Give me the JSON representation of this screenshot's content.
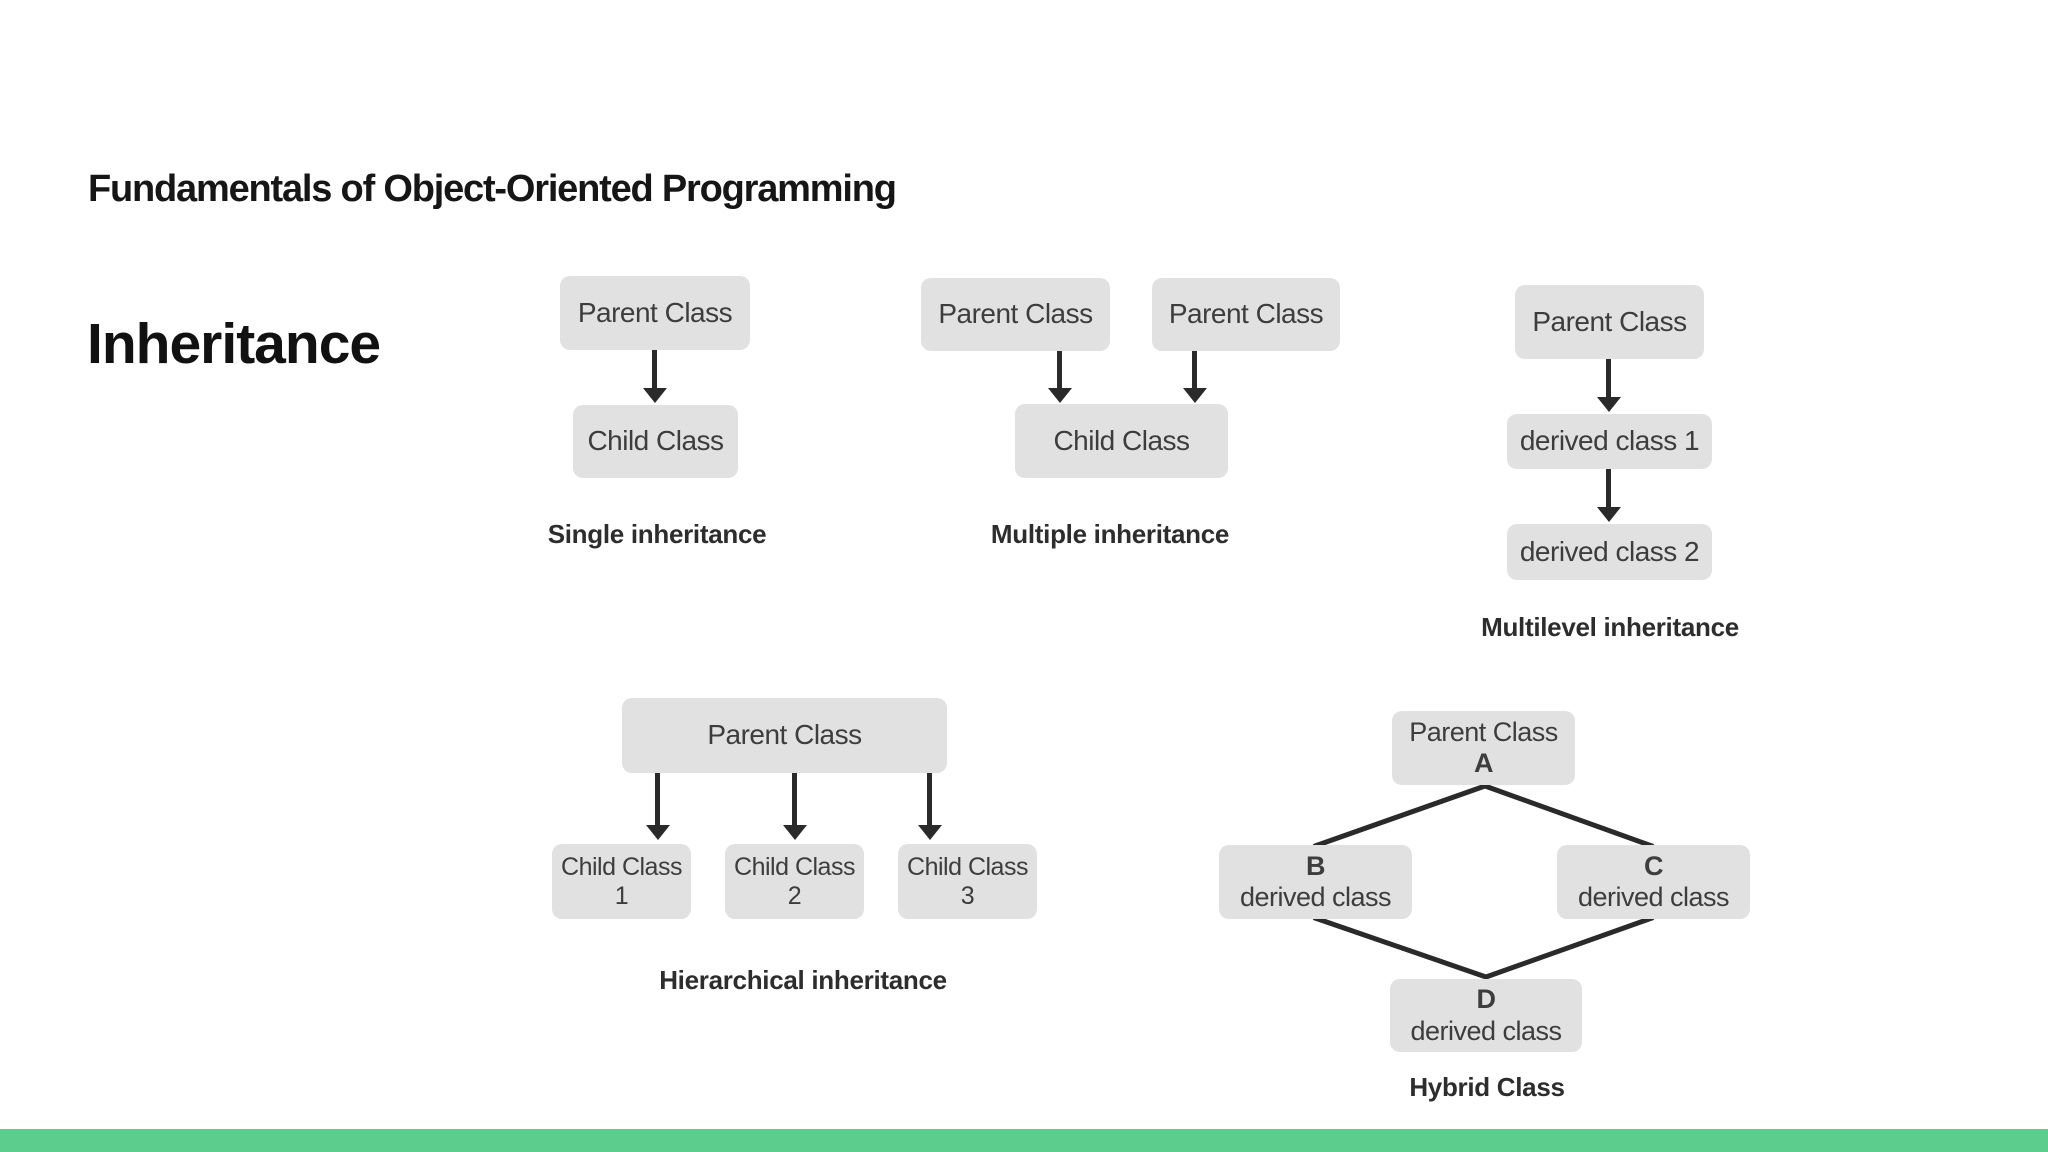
{
  "slide": {
    "title": "Fundamentals of Object-Oriented Programming",
    "heading": "Inheritance"
  },
  "colors": {
    "accent_bar": "#5dcd8d",
    "node_fill": "#e1e1e1",
    "connector": "#2a2a2a"
  },
  "diagrams": {
    "single": {
      "caption": "Single inheritance",
      "parent": "Parent Class",
      "child": "Child Class"
    },
    "multiple": {
      "caption": "Multiple inheritance",
      "parent_left": "Parent Class",
      "parent_right": "Parent Class",
      "child": "Child Class"
    },
    "multilevel": {
      "caption": "Multilevel inheritance",
      "parent": "Parent Class",
      "derived1": "derived class 1",
      "derived2": "derived class 2"
    },
    "hierarchical": {
      "caption": "Hierarchical inheritance",
      "parent": "Parent Class",
      "child1": "Child Class 1",
      "child2": "Child Class 2",
      "child3": "Child Class 3"
    },
    "hybrid": {
      "caption": "Hybrid Class",
      "node_a": {
        "line1": "Parent Class",
        "line2": "A"
      },
      "node_b": {
        "line1": "B",
        "line2": "derived class"
      },
      "node_c": {
        "line1": "C",
        "line2": "derived class"
      },
      "node_d": {
        "line1": "D",
        "line2": "derived class"
      }
    }
  }
}
